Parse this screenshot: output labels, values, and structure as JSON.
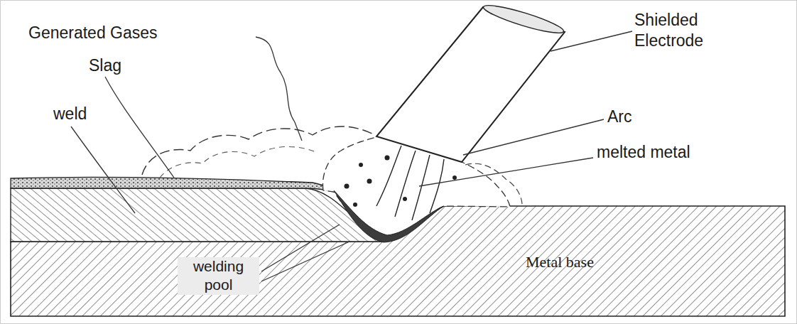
{
  "diagram": {
    "labels": [
      "Generated Gases",
      "Shielded Electrode",
      "Slag",
      "Arc",
      "weld",
      "melted metal",
      "welding pool",
      "Metal base"
    ]
  }
}
